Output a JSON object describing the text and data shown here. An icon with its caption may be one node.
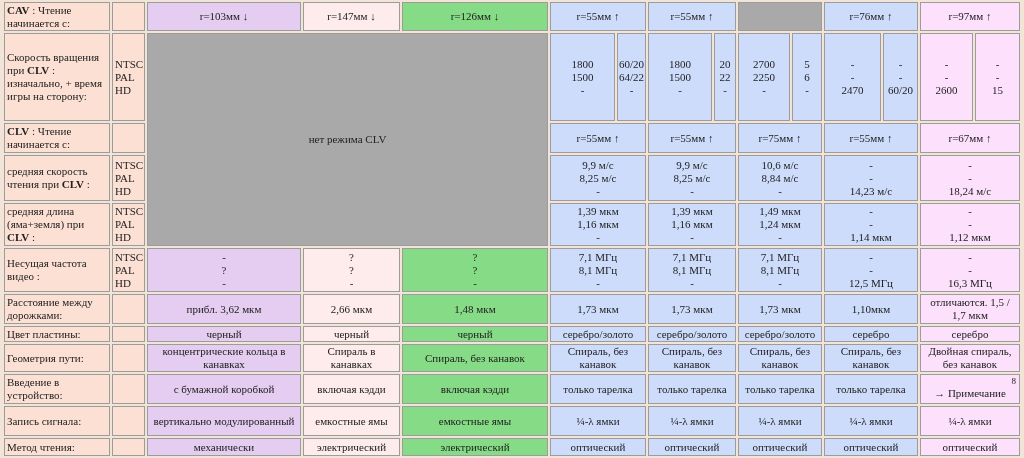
{
  "diagram": {
    "labels": [
      "**CAV** : Чтение начинается с:",
      "r=103мм ↓",
      "r=147мм ↓",
      "r=126мм ↓",
      "r=55мм ↑",
      "r=55мм ↑",
      "r=76мм ↑",
      "r=97мм ↑",
      "Скорость вращения при **CLV** : изначально, + время игры на сторону:",
      "NTSC",
      "PAL",
      "HD",
      "нет режима CLV",
      "1800",
      "1500",
      "-",
      "60/20",
      "64/22",
      "-",
      "1800",
      "1500",
      "-",
      "20",
      "22",
      "-",
      "2700",
      "2250",
      "-",
      "5",
      "6",
      "-",
      "-",
      "-",
      "2470",
      "-",
      "-",
      "60/20",
      "-",
      "-",
      "2600",
      "-",
      "-",
      "15",
      "**CLV** : Чтение начинается с:",
      "r=55мм ↑",
      "r=55мм ↑",
      "r=75мм ↑",
      "r=55мм ↑",
      "r=67мм ↑",
      "средняя скорость чтения при **CLV** :",
      "NTSC",
      "PAL",
      "HD",
      "9,9 м/с",
      "8,25 м/с",
      "-",
      "9,9 м/с",
      "8,25 м/с",
      "-",
      "10,6 м/с",
      "8,84 м/с",
      "-",
      "-",
      "-",
      "14,23 м/с",
      "-",
      "-",
      "18,24 м/с",
      "средняя длина (яма+земля) при **CLV** :",
      "NTSC",
      "PAL",
      "HD",
      "1,39 мкм",
      "1,16 мкм",
      "-",
      "1,39 мкм",
      "1,16 мкм",
      "-",
      "1,49 мкм",
      "1,24 мкм",
      "-",
      "-",
      "-",
      "1,14 мкм",
      "-",
      "-",
      "1,12 мкм",
      "Несущая частота видео :",
      "NTSC",
      "PAL",
      "HD",
      "-",
      "?",
      "-",
      "?",
      "?",
      "-",
      "?",
      "?",
      "-",
      "7,1 МГц",
      "8,1 МГц",
      "-",
      "7,1 МГц",
      "8,1 МГц",
      "-",
      "7,1 МГц",
      "8,1 МГц",
      "-",
      "-",
      "-",
      "12,5 МГц",
      "-",
      "-",
      "16,3 МГц",
      "Расстояние между дорожками:",
      "прибл. 3,62 мкм",
      "2,66 мкм",
      "1,48 мкм",
      "1,73 мкм",
      "1,73 мкм",
      "1,73 мкм",
      "1,10мкм",
      "отличаются. 1,5 / 1,7 мкм",
      "Цвет пластины:",
      "черный",
      "черный",
      "черный",
      "серебро/золото",
      "серебро/золото",
      "серебро/золото",
      "серебро",
      "серебро",
      "Геометрия пути:",
      "концентрические кольца в канавках",
      "Спираль в канавках",
      "Спираль, без канавок",
      "Спираль, без канавок",
      "Спираль, без канавок",
      "Спираль, без канавок",
      "Спираль, без канавок",
      "Двойная спираль, без канавок",
      "Введение в устройство:",
      "с бумажной коробкой",
      "включая кэдди",
      "включая кэдди",
      "только тарелка",
      "только тарелка",
      "только тарелка",
      "только тарелка",
      "8",
      "→ Примечание",
      "Запись сигнала:",
      "вертикально модулированный",
      "емкостные ямы",
      "емкостные ямы",
      "¼-λ ямки",
      "¼-λ ямки",
      "¼-λ ямки",
      "¼-λ ямки",
      "¼-λ ямки",
      "Метод чтения:",
      "механически",
      "электрический",
      "электрический",
      "оптический",
      "оптический",
      "оптический",
      "оптический",
      "оптический"
    ]
  }
}
